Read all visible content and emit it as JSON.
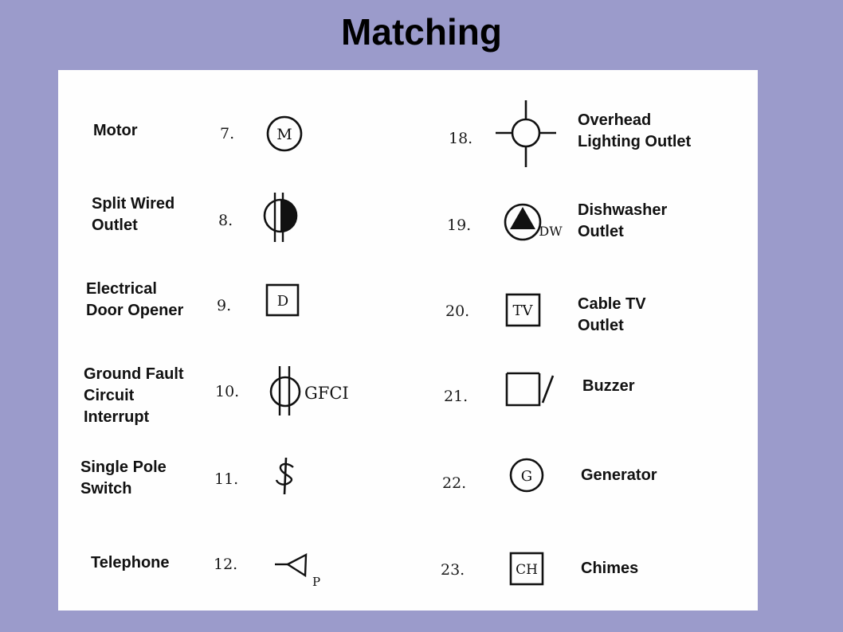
{
  "title": "Matching",
  "labels": {
    "motor": [
      "Motor"
    ],
    "split_wired": [
      "Split Wired",
      "Outlet"
    ],
    "door_opener": [
      "Electrical",
      "Door Opener"
    ],
    "gfci": [
      "Ground Fault",
      "Circuit",
      "Interrupt"
    ],
    "single_pole": [
      "Single Pole",
      "Switch"
    ],
    "telephone": [
      "Telephone"
    ],
    "overhead": [
      "Overhead",
      "Lighting Outlet"
    ],
    "dishwasher": [
      "Dishwasher",
      "Outlet"
    ],
    "cable_tv": [
      "Cable TV",
      "Outlet"
    ],
    "buzzer": [
      "Buzzer"
    ],
    "generator": [
      "Generator"
    ],
    "chimes": [
      "Chimes"
    ]
  },
  "numbers": {
    "n7": "7.",
    "n8": "8.",
    "n9": "9.",
    "n10": "10.",
    "n11": "11.",
    "n12": "12.",
    "n18": "18.",
    "n19": "19.",
    "n20": "20.",
    "n21": "21.",
    "n22": "22.",
    "n23": "23."
  },
  "symbol_text": {
    "motor": "M",
    "door": "D",
    "gfci": "GFCI",
    "phone": "P",
    "dw": "DW",
    "tv": "TV",
    "gen": "G",
    "chimes": "CH"
  }
}
